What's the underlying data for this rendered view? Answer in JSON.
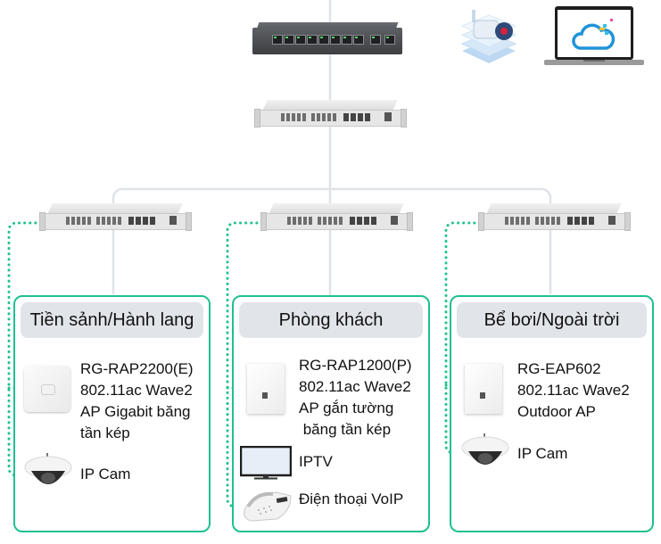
{
  "diagram": {
    "title": "",
    "colors": {
      "zone_border": "#1fc08f",
      "dotted_link": "#1fc08f",
      "backbone_line": "#dfe3e8",
      "zone_header_bg": "#e1e5ea"
    },
    "top_devices": [
      {
        "name": "core-poe-switch",
        "icon": "poe-switch-icon"
      },
      {
        "name": "cloud-camera",
        "icon": "camera-stack-icon"
      },
      {
        "name": "cloud-management-laptop",
        "icon": "laptop-cloud-icon"
      }
    ],
    "aggregation_switch": {
      "icon": "rack-switch-icon"
    },
    "access_switches": [
      {
        "icon": "rack-switch-icon"
      },
      {
        "icon": "rack-switch-icon"
      },
      {
        "icon": "rack-switch-icon"
      }
    ],
    "zones": [
      {
        "title": "Tiền sảnh/Hành lang",
        "devices": [
          {
            "icon": "ceiling-ap-icon",
            "lines": [
              "RG-RAP2200(E)",
              "802.11ac Wave2",
              "AP Gigabit băng",
              "tần kép"
            ]
          },
          {
            "icon": "dome-camera-icon",
            "lines": [
              "IP Cam"
            ]
          }
        ]
      },
      {
        "title": "Phòng khách",
        "devices": [
          {
            "icon": "wall-ap-icon",
            "lines": [
              "RG-RAP1200(P)",
              "802.11ac Wave2",
              "AP gắn tường",
              " băng tần kép"
            ]
          },
          {
            "icon": "tv-icon",
            "lines": [
              "IPTV"
            ]
          },
          {
            "icon": "voip-phone-icon",
            "lines": [
              "Điện thoại VoIP"
            ]
          }
        ]
      },
      {
        "title": "Bể bơi/Ngoài trời",
        "devices": [
          {
            "icon": "wall-ap-icon",
            "lines": [
              "RG-EAP602",
              "802.11ac Wave2",
              "Outdoor AP"
            ]
          },
          {
            "icon": "dome-camera-icon",
            "lines": [
              "IP Cam"
            ]
          }
        ]
      }
    ]
  }
}
